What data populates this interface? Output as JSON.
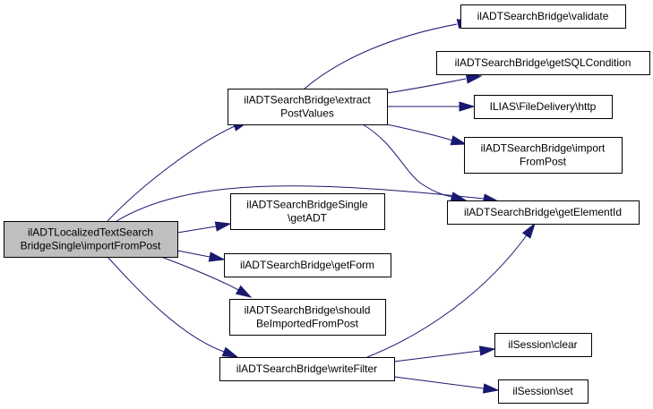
{
  "diagram": {
    "type": "call-graph",
    "edge_color": "#191970",
    "root_fill": "#bfbfbf",
    "node_fill": "#ffffff",
    "nodes": [
      {
        "id": "root",
        "lines": [
          "ilADTLocalizedTextSearch",
          "BridgeSingle\\importFromPost"
        ],
        "root": true
      },
      {
        "id": "extract",
        "lines": [
          "ilADTSearchBridge\\extract",
          "PostValues"
        ]
      },
      {
        "id": "getADT",
        "lines": [
          "ilADTSearchBridgeSingle",
          "\\getADT"
        ]
      },
      {
        "id": "getForm",
        "lines": [
          "ilADTSearchBridge\\getForm"
        ]
      },
      {
        "id": "shouldImport",
        "lines": [
          "ilADTSearchBridge\\should",
          "BeImportedFromPost"
        ]
      },
      {
        "id": "writeFilter",
        "lines": [
          "ilADTSearchBridge\\writeFilter"
        ]
      },
      {
        "id": "validate",
        "lines": [
          "ilADTSearchBridge\\validate"
        ]
      },
      {
        "id": "getSQL",
        "lines": [
          "ilADTSearchBridge\\getSQLCondition"
        ]
      },
      {
        "id": "http",
        "lines": [
          "ILIAS\\FileDelivery\\http"
        ]
      },
      {
        "id": "importFromPost",
        "lines": [
          "ilADTSearchBridge\\import",
          "FromPost"
        ]
      },
      {
        "id": "getElementId",
        "lines": [
          "ilADTSearchBridge\\getElementId"
        ]
      },
      {
        "id": "sessClear",
        "lines": [
          "ilSession\\clear"
        ]
      },
      {
        "id": "sessSet",
        "lines": [
          "ilSession\\set"
        ]
      }
    ],
    "edges": [
      {
        "from": "root",
        "to": "extract"
      },
      {
        "from": "root",
        "to": "getElementId"
      },
      {
        "from": "root",
        "to": "getADT"
      },
      {
        "from": "root",
        "to": "getForm"
      },
      {
        "from": "root",
        "to": "shouldImport"
      },
      {
        "from": "root",
        "to": "writeFilter"
      },
      {
        "from": "extract",
        "to": "validate"
      },
      {
        "from": "extract",
        "to": "getSQL"
      },
      {
        "from": "extract",
        "to": "http"
      },
      {
        "from": "extract",
        "to": "importFromPost"
      },
      {
        "from": "extract",
        "to": "getElementId"
      },
      {
        "from": "writeFilter",
        "to": "getElementId"
      },
      {
        "from": "writeFilter",
        "to": "sessClear"
      },
      {
        "from": "writeFilter",
        "to": "sessSet"
      }
    ]
  }
}
